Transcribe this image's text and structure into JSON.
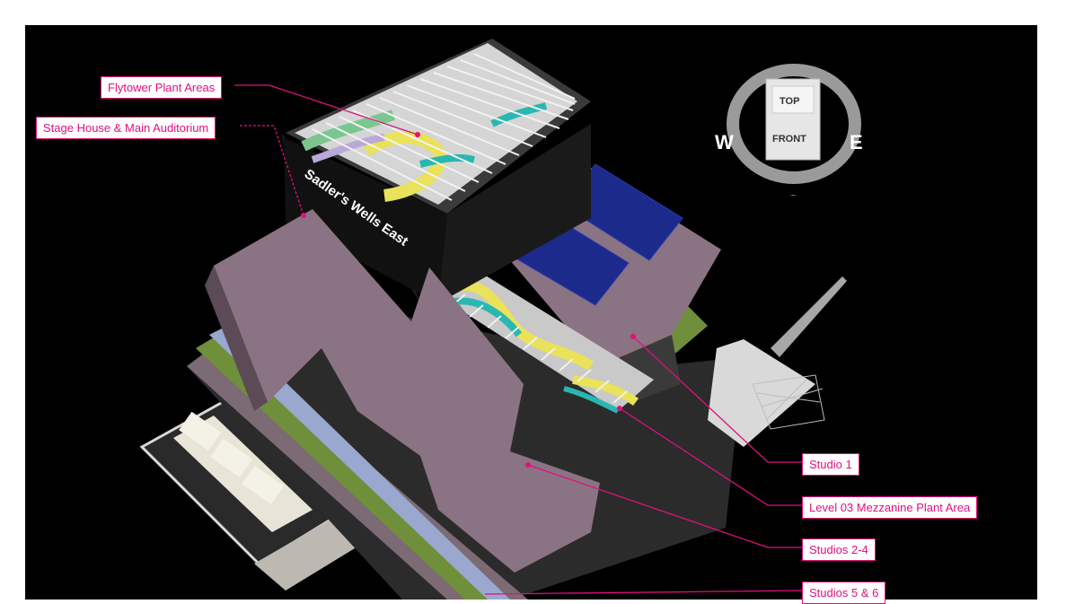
{
  "viewer": {
    "building_sign": "Sadler's Wells East"
  },
  "callouts": [
    {
      "id": "flytower",
      "text": "Flytower Plant Areas"
    },
    {
      "id": "stagehouse",
      "text": "Stage House & Main Auditorium"
    },
    {
      "id": "studio1",
      "text": "Studio 1"
    },
    {
      "id": "mezzanine",
      "text": "Level 03 Mezzanine Plant Area"
    },
    {
      "id": "studios24",
      "text": "Studios 2-4"
    },
    {
      "id": "studios56",
      "text": "Studios 5 & 6"
    }
  ],
  "view_cube": {
    "top_label": "TOP",
    "front_label": "FRONT",
    "west": "W",
    "east": "E",
    "south": "S"
  },
  "colors": {
    "callout_accent": "#e0107f",
    "roof_mauve": "#8a7382",
    "solar_panel": "#1c2a8c",
    "green_roof": "#6f8f3a",
    "duct_yellow": "#e9e25a",
    "duct_cyan": "#2ab7b2"
  }
}
